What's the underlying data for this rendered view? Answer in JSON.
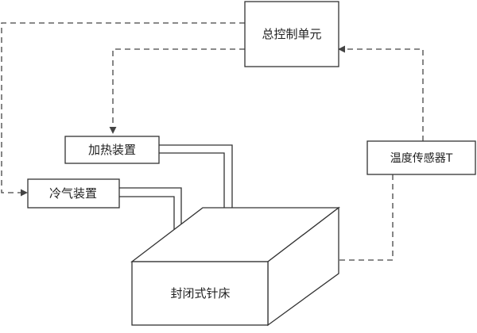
{
  "diagram": {
    "nodes": {
      "control_unit": "总控制单元",
      "heater": "加热装置",
      "cooler": "冷气装置",
      "temp_sensor": "温度传感器T",
      "machine": "封闭式针床"
    },
    "connections": [
      {
        "from": "control_unit",
        "to": "heater",
        "style": "dashed"
      },
      {
        "from": "control_unit",
        "to": "cooler",
        "style": "dashed"
      },
      {
        "from": "temp_sensor",
        "to": "control_unit",
        "style": "dashed"
      },
      {
        "from": "temp_sensor",
        "to": "machine",
        "style": "dashed"
      },
      {
        "from": "heater",
        "to": "machine",
        "style": "solid-duct"
      },
      {
        "from": "cooler",
        "to": "machine",
        "style": "solid-duct"
      }
    ]
  }
}
